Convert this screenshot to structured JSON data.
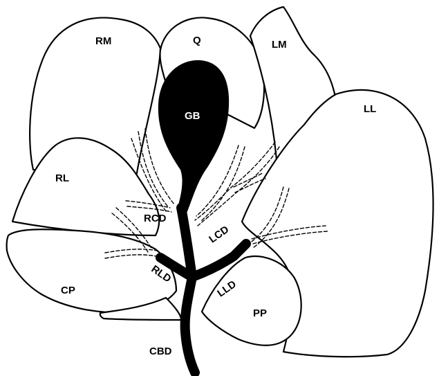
{
  "labels": {
    "rm": "RM",
    "q": "Q",
    "lm": "LM",
    "ll": "LL",
    "gb": "GB",
    "rl": "RL",
    "rcd": "RCD",
    "lcd": "LCD",
    "cp": "CP",
    "rld": "RLD",
    "lld": "LLD",
    "pp": "PP",
    "cbd": "CBD"
  }
}
